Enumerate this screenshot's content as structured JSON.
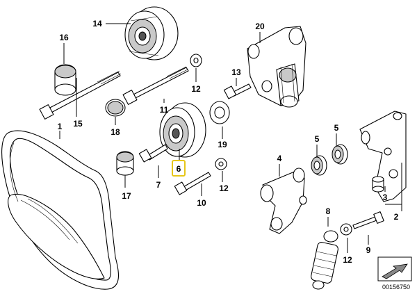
{
  "diagram": {
    "image_code": "00156750",
    "highlighted_part": "6",
    "labels": {
      "p1": "1",
      "p2": "2",
      "p3": "3",
      "p4": "4",
      "p5a": "5",
      "p5b": "5",
      "p6": "6",
      "p7": "7",
      "p8": "8",
      "p9": "9",
      "p10": "10",
      "p11": "11",
      "p12a": "12",
      "p12b": "12",
      "p12c": "12",
      "p13": "13",
      "p14": "14",
      "p15": "15",
      "p16": "16",
      "p17": "17",
      "p18": "18",
      "p19": "19",
      "p20": "20"
    },
    "colors": {
      "highlight_box": "#e6c619",
      "line": "#000000",
      "shade": "#c9c9c9"
    }
  }
}
